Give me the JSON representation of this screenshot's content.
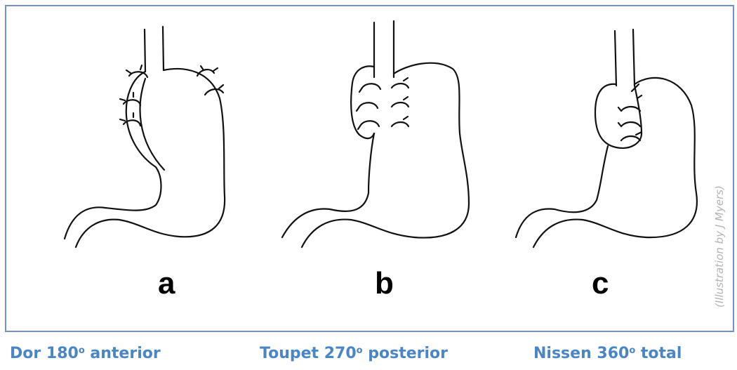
{
  "figure": {
    "frame_color": "#6f93c5",
    "caption_color": "#4a86c6",
    "credit": "(Illustration by J Myers)",
    "panels": [
      {
        "letter": "a",
        "caption_name": "Dor 180",
        "caption_deg": "o",
        "caption_rest": " anterior"
      },
      {
        "letter": "b",
        "caption_name": "Toupet 270",
        "caption_deg": "o",
        "caption_rest": " posterior"
      },
      {
        "letter": "c",
        "caption_name": "Nissen 360",
        "caption_deg": "o",
        "caption_rest": " total"
      }
    ]
  }
}
